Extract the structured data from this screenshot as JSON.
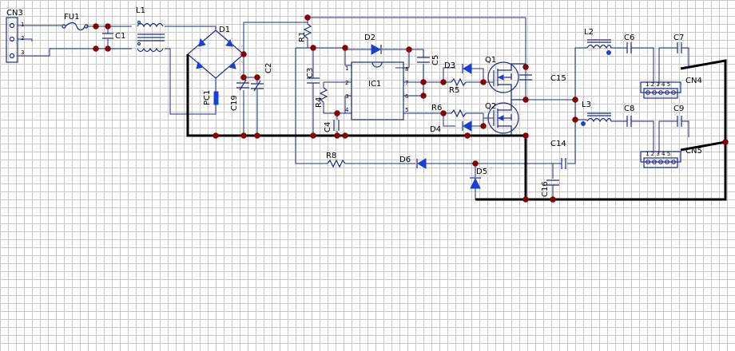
{
  "schematic": {
    "labels": {
      "CN3": "CN3",
      "FU1": "FU1",
      "C1": "C1",
      "L1": "L1",
      "D1": "D1",
      "R1": "R1",
      "D2": "D2",
      "C5": "C5",
      "C3": "C3",
      "IC1": "IC1",
      "R4": "R4",
      "C4": "C4",
      "D3": "D3",
      "R5": "R5",
      "Q1": "Q1",
      "R6": "R6",
      "D4": "D4",
      "Q2": "Q2",
      "C15": "C15",
      "L2": "L2",
      "C6": "C6",
      "C7": "C7",
      "CN4": "CN4",
      "L3": "L3",
      "C8": "C8",
      "C9": "C9",
      "CN5": "CN5",
      "PC1": "PC1",
      "C19": "C19",
      "C2": "C2",
      "R8": "R8",
      "D6": "D6",
      "D5": "D5",
      "C14": "C14",
      "C16": "C16"
    },
    "ic_pins": {
      "p1": "1",
      "p2": "2",
      "p3": "3",
      "p4": "4",
      "p5": "5",
      "p6": "6",
      "p7": "7",
      "p8": "8"
    },
    "cn3_pins": {
      "p1": "1",
      "p2": "2",
      "p3": "3"
    },
    "connector_pins": "1 2 3 4 5"
  }
}
